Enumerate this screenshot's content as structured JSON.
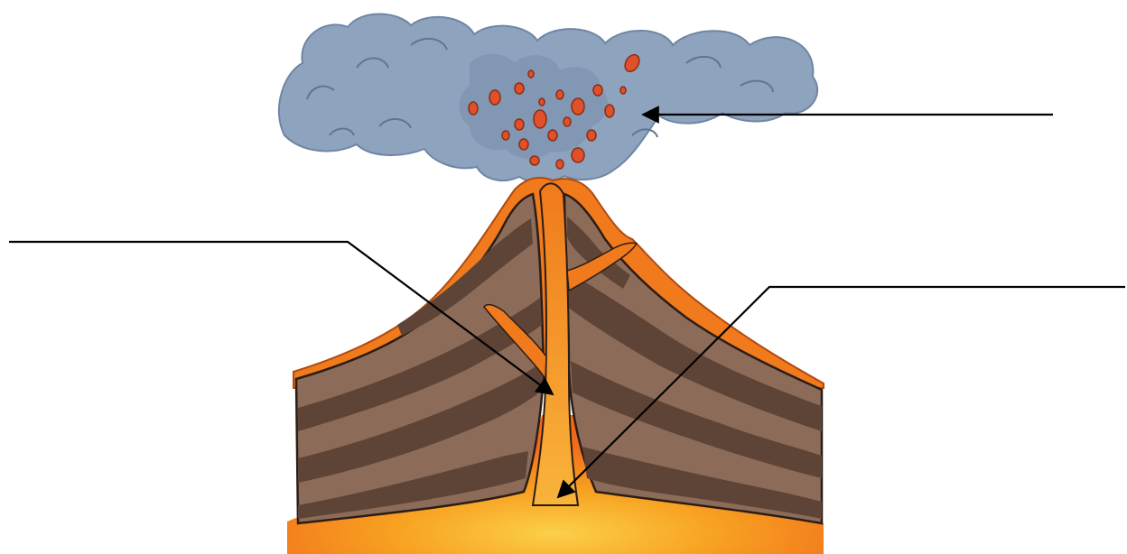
{
  "colors": {
    "background": "#ffffff",
    "ash_cloud": "#8ea3bd",
    "ash_cloud_dark": "#6f86a3",
    "ash_cloud_light": "#a9bacd",
    "lava_bomb": "#e0502a",
    "lava": "#f07a1c",
    "lava_bright": "#f8a322",
    "magma_glow": "#f9b43a",
    "rock_dark": "#5e4437",
    "rock_light": "#8c6b58",
    "outline": "#2b1d16",
    "leader_line": "#000000"
  },
  "labels": [
    {
      "id": "label-ash-cloud",
      "text": ""
    },
    {
      "id": "label-vent",
      "text": ""
    },
    {
      "id": "label-magma-chamber",
      "text": ""
    }
  ],
  "icons": [
    "arrowhead-icon"
  ]
}
